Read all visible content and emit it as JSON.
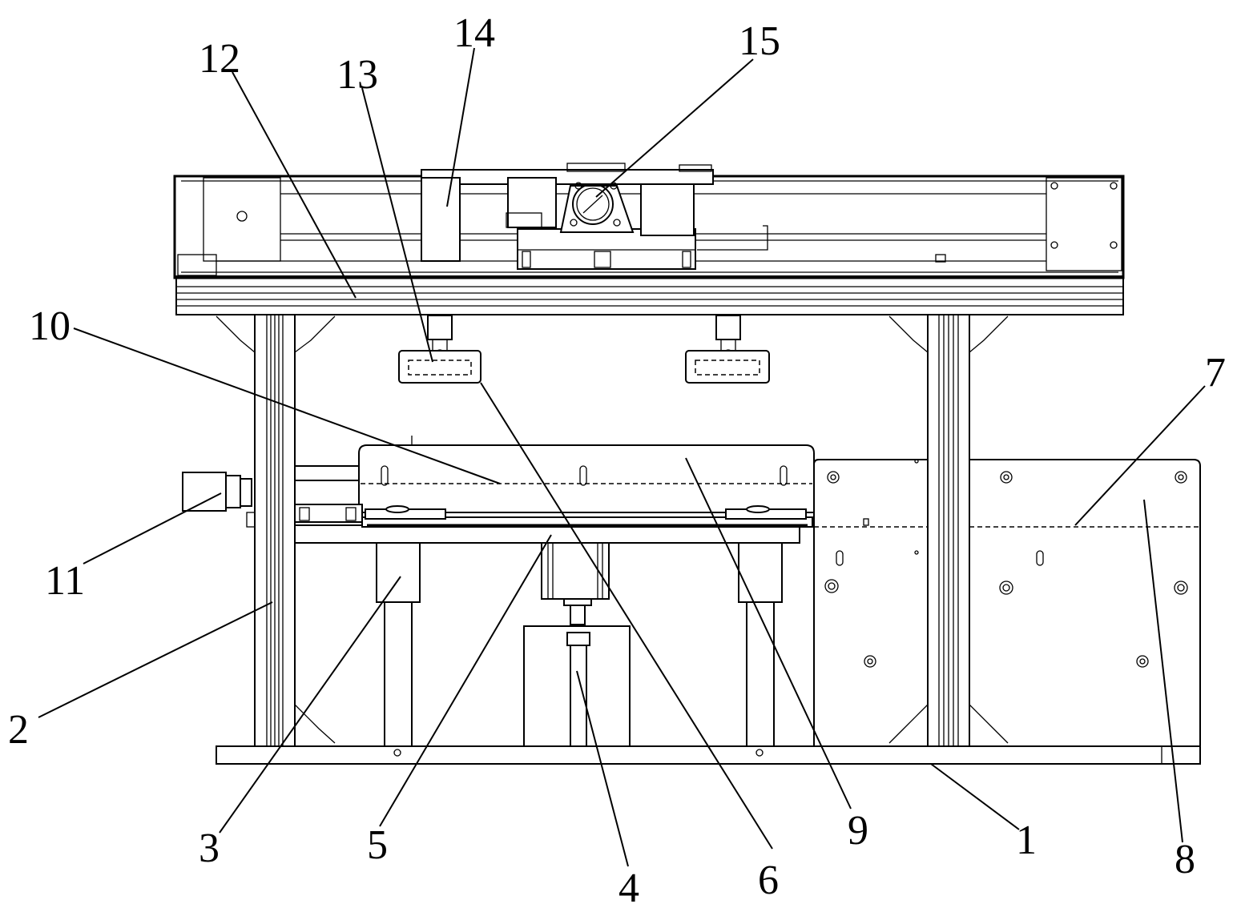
{
  "labels": [
    {
      "id": "1",
      "text": "1"
    },
    {
      "id": "2",
      "text": "2"
    },
    {
      "id": "3",
      "text": "3"
    },
    {
      "id": "4",
      "text": "4"
    },
    {
      "id": "5",
      "text": "5"
    },
    {
      "id": "6",
      "text": "6"
    },
    {
      "id": "7",
      "text": "7"
    },
    {
      "id": "8",
      "text": "8"
    },
    {
      "id": "9",
      "text": "9"
    },
    {
      "id": "10",
      "text": "10"
    },
    {
      "id": "11",
      "text": "11"
    },
    {
      "id": "12",
      "text": "12"
    },
    {
      "id": "13",
      "text": "13"
    },
    {
      "id": "14",
      "text": "14"
    },
    {
      "id": "15",
      "text": "15"
    }
  ]
}
